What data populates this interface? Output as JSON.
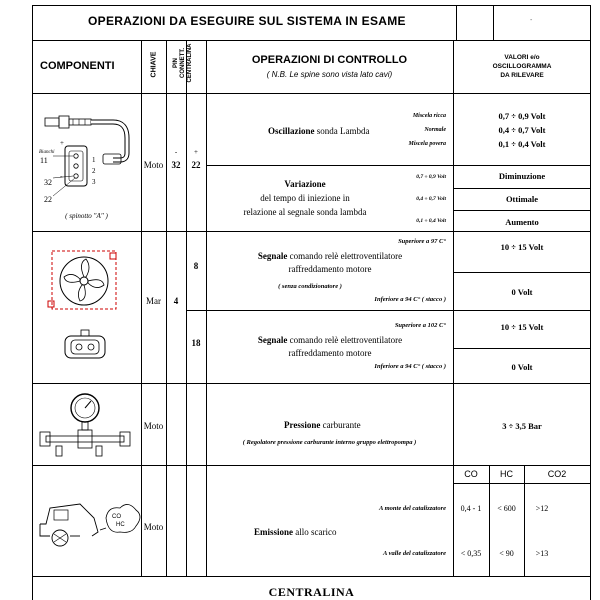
{
  "header": {
    "title": "OPERAZIONI DA ESEGUIRE SUL SISTEMA IN ESAME",
    "corner_mark": "-"
  },
  "columns": {
    "components": "COMPONENTI",
    "key": "CHIAVE",
    "pin": [
      "PIN",
      "CONNETT.",
      "CENTRALINA"
    ],
    "operations_title": "OPERAZIONI DI CONTROLLO",
    "operations_note": "( N.B. Le spine sono vista lato cavi)",
    "values": [
      "VALORI e/o",
      "OSCILLOGRAMMA",
      "DA RILEVARE"
    ]
  },
  "lambda_section": {
    "sensor_labels": {
      "bianchi": "Bianchi",
      "pin11": "11",
      "pin32": "32",
      "pin22": "22",
      "pin1": "1",
      "pin2": "2",
      "pin3": "3",
      "plus": "+",
      "minus": "-"
    },
    "connector_caption": "( spinotto \"A\" )",
    "key": "Moto",
    "pin_top": [
      "-",
      "+"
    ],
    "pin_values": [
      "32",
      "22"
    ],
    "oscillation": {
      "bold": "Oscillazione",
      "rest": " sonda Lambda"
    },
    "mix_labels": [
      "Miscela ricca",
      "Normale",
      "Miscela povera"
    ],
    "mix_values": [
      "0,7  ÷  0,9  Volt",
      "0,4  ÷  0,7  Volt",
      "0,1  ÷  0,4  Volt"
    ],
    "variation": {
      "bold": "Variazione",
      "line2": "del tempo di iniezione in",
      "line3": "relazione al segnale sonda lambda"
    },
    "variation_volts": [
      "0,7 ÷ 0,9 Volt",
      "0,4 ÷ 0,7 Volt",
      "0,1 ÷ 0,4 Volt"
    ],
    "variation_results": [
      "Diminuzione",
      "Ottimale",
      "Aumento"
    ]
  },
  "fan_section": {
    "key": "Mar",
    "pin_common": "4",
    "rows": [
      {
        "pin": "8",
        "condition_top": "Superiore a 97 C°",
        "signal_bold": "Segnale",
        "signal_rest": " comando relè elettroventilatore",
        "signal_line2": "raffreddamento motore",
        "note": "( senza condizionatore )",
        "condition_bottom": "Inferiore a 94 C° ( stacco )",
        "value_top": "10  ÷  15  Volt",
        "value_bottom": "0  Volt"
      },
      {
        "pin": "18",
        "condition_top": "Superiore a 102 C°",
        "signal_bold": "Segnale",
        "signal_rest": " comando relè elettroventilatore",
        "signal_line2": "raffreddamento motore",
        "note": "",
        "condition_bottom": "Inferiore a 94 C° ( stacco )",
        "value_top": "10  ÷  15  Volt",
        "value_bottom": "0  Volt"
      }
    ]
  },
  "pressure_section": {
    "key": "Moto",
    "label_bold": "Pressione",
    "label_rest": " carburante",
    "note": "( Regolatore pressione carburante interno gruppo elettropompa )",
    "value": "3  ÷  3,5  Bar"
  },
  "emission_section": {
    "key": "Moto",
    "car_labels": [
      "CO",
      "HC"
    ],
    "gas_headers": [
      "CO",
      "HC",
      "CO2"
    ],
    "upstream_label": "A monte del catalizzatore",
    "downstream_label": "A valle del catalizzatore",
    "emission_bold": "Emissione",
    "emission_rest": " allo scarico",
    "upstream_values": [
      "0,4 - 1",
      "< 600",
      ">12"
    ],
    "downstream_values": [
      "< 0,35",
      "< 90",
      ">13"
    ]
  },
  "footer": {
    "title": "CENTRALINA"
  }
}
